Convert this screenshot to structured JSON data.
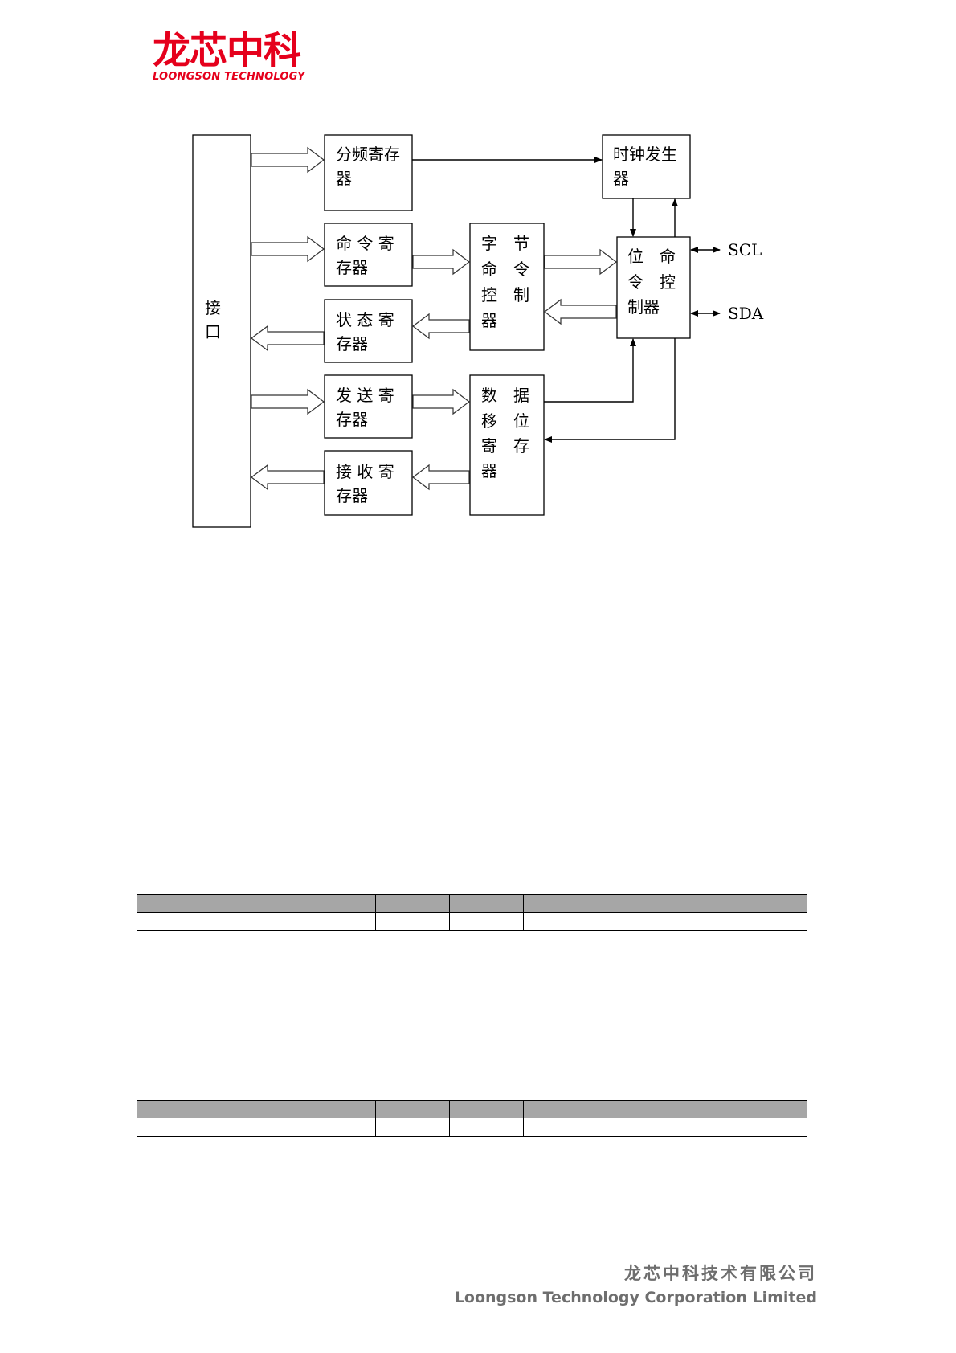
{
  "header": {
    "logo_cn": "龙芯中科",
    "logo_en": "LOONGSON TECHNOLOGY"
  },
  "diagram": {
    "interface": [
      "接",
      "口"
    ],
    "divider_reg": [
      "分频寄存",
      "器"
    ],
    "command_reg": [
      "命 令 寄",
      "存器"
    ],
    "status_reg": [
      "状 态 寄",
      "存器"
    ],
    "transmit_reg": [
      "发 送 寄",
      "存器"
    ],
    "receive_reg": [
      "接 收 寄",
      "存器"
    ],
    "byte_cmd_ctrl": [
      "字　节",
      "命　令",
      "控　制",
      "器"
    ],
    "clock_gen": [
      "时钟发生",
      "器"
    ],
    "bit_cmd_ctrl": [
      "位　命",
      "令　控",
      "制器"
    ],
    "data_shift_reg": [
      "数　据",
      "移　位",
      "寄　存",
      "器"
    ],
    "signal_scl": "SCL",
    "signal_sda": "SDA"
  },
  "tables": [
    {
      "header": [
        "",
        "",
        "",
        "",
        ""
      ],
      "rows": [
        [
          "",
          "",
          "",
          "",
          ""
        ]
      ]
    },
    {
      "header": [
        "",
        "",
        "",
        "",
        ""
      ],
      "rows": [
        [
          "",
          "",
          "",
          "",
          ""
        ]
      ]
    }
  ],
  "footer": {
    "company_cn": "龙芯中科技术有限公司",
    "company_en": "Loongson Technology Corporation Limited"
  },
  "colors": {
    "brand_red": "#e5001c",
    "table_header_gray": "#a6a6a6",
    "footer_gray": "#6e6e6e"
  }
}
